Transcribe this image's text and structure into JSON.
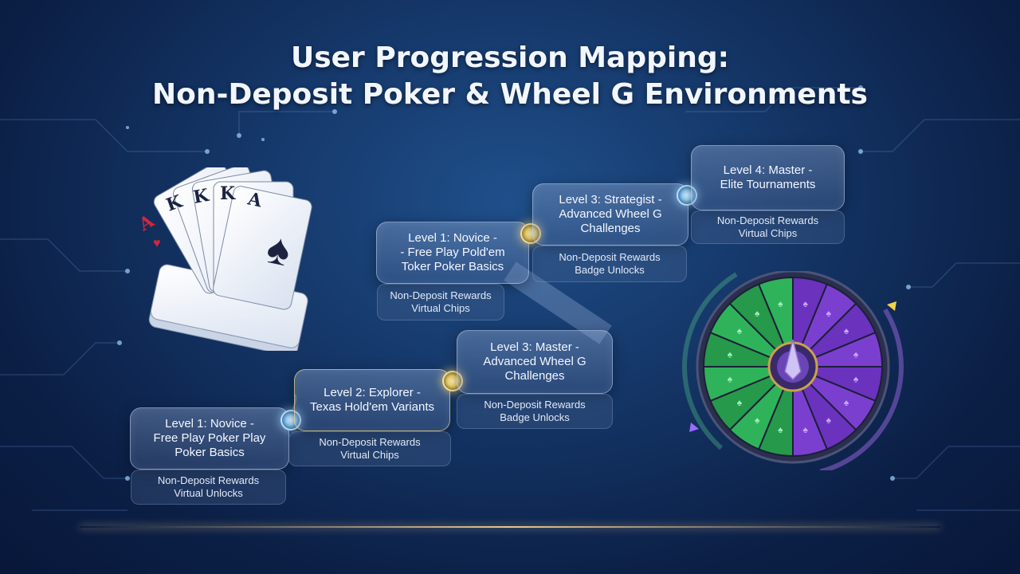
{
  "title": {
    "line1": "User Progression Mapping:",
    "line2": "Non-Deposit Poker & Wheel G Environments"
  },
  "lower_path": [
    {
      "lines": [
        "Level 1: Novice -",
        "Free Play Poker Play",
        "Poker Basics"
      ],
      "rewards": [
        "Non-Deposit Rewards",
        "Virtual Unlocks"
      ]
    },
    {
      "lines": [
        "Level 2: Explorer -",
        "Texas Hold'em Variants"
      ],
      "rewards": [
        "Non-Deposit Rewards",
        "Virtual Chips"
      ]
    },
    {
      "lines": [
        "Level 3: Master -",
        "Advanced Wheel G",
        "Challenges"
      ],
      "rewards": [
        "Non-Deposit Rewards",
        "Badge Unlocks"
      ]
    }
  ],
  "upper_path": [
    {
      "lines": [
        "Level 1: Novice -",
        "- Free Play Pold'em",
        "Toker Poker Basics"
      ],
      "rewards": [
        "Non-Deposit Rewards",
        "Virtual Chips"
      ]
    },
    {
      "lines": [
        "Level 3: Strategist -",
        "Advanced Wheel G",
        "Challenges"
      ],
      "rewards": [
        "Non-Deposit Rewards",
        "Badge Unlocks"
      ]
    },
    {
      "lines": [
        "Level 4: Master -",
        "Elite Tournaments"
      ],
      "rewards": [
        "Non-Deposit Rewards",
        "Virtual Chips"
      ]
    }
  ],
  "cards": {
    "ranks": [
      "A",
      "K",
      "K",
      "K",
      "A"
    ]
  },
  "colors": {
    "wheel_green": "#2fb35a",
    "wheel_purple": "#7b3fd0",
    "node_blue": "#9fd3f5",
    "node_gold": "#f0d36a"
  },
  "icons": {
    "cards": "playing-cards-icon",
    "wheel": "prize-wheel-icon"
  }
}
